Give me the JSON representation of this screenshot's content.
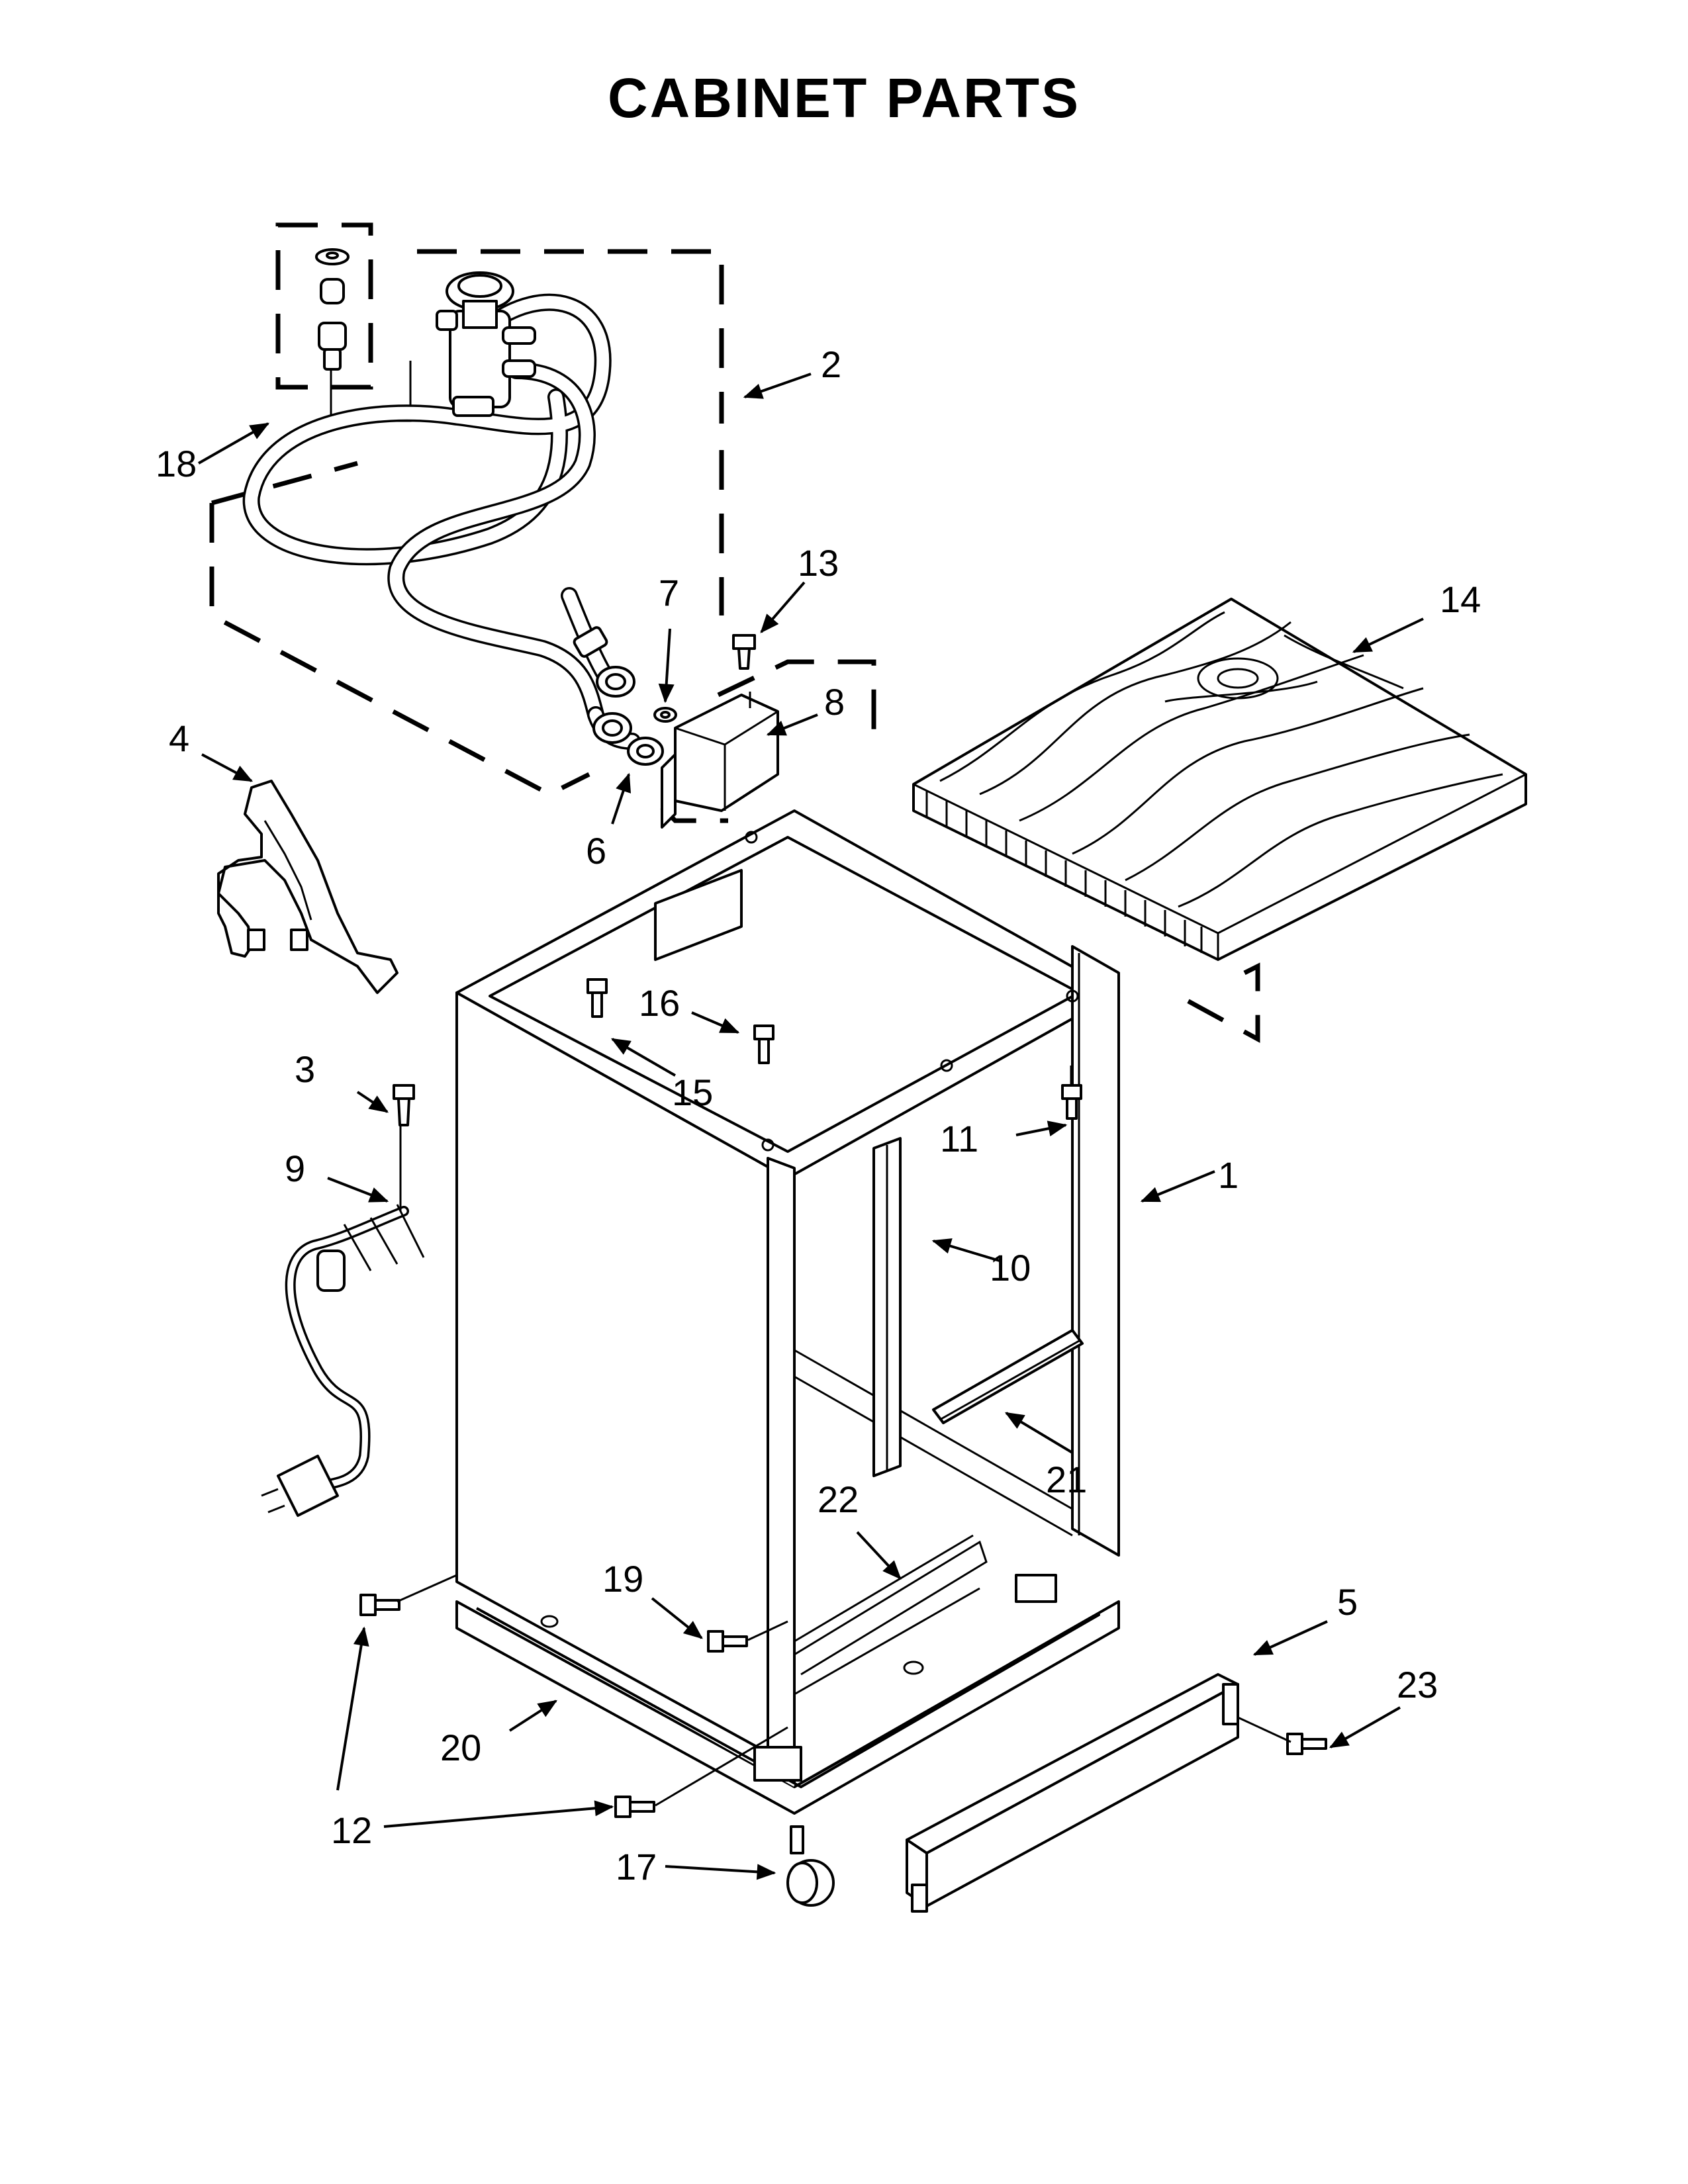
{
  "title": "CABINET PARTS",
  "callouts": {
    "c1": "1",
    "c2": "2",
    "c3": "3",
    "c4": "4",
    "c5": "5",
    "c6": "6",
    "c7": "7",
    "c8": "8",
    "c9": "9",
    "c10": "10",
    "c11": "11",
    "c12": "12",
    "c13": "13",
    "c14": "14",
    "c15": "15",
    "c16": "16",
    "c17": "17",
    "c18": "18",
    "c19": "19",
    "c20": "20",
    "c21": "21",
    "c22": "22",
    "c23": "23"
  }
}
